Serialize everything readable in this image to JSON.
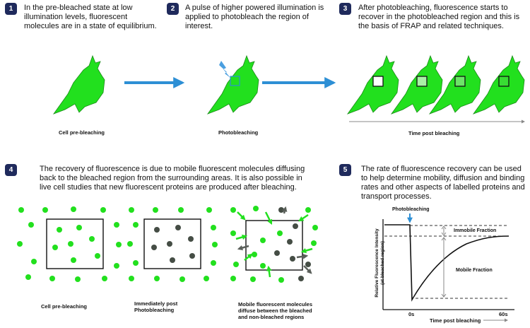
{
  "steps": [
    {
      "num": "1",
      "text": "In the pre-bleached state at low illumination levels, fluorescent molecules are in a state of equilibrium."
    },
    {
      "num": "2",
      "text": "A pulse of higher powered illumination is applied to photobleach the region of interest."
    },
    {
      "num": "3",
      "text": "After photobleaching, fluorescence starts to recover in the photobleached region and this is the basis of FRAP and related techniques."
    },
    {
      "num": "4",
      "text": "The recovery of fluorescence is due to mobile fluorescent molecules diffusing back to the bleached region from the surrounding areas. It is also possible in live cell studies that new fluorescent proteins are produced after bleaching."
    },
    {
      "num": "5",
      "text": "The rate of fluorescence recovery can be used to help determine mobility, diffusion and binding rates and other aspects of labelled proteins and transport processes."
    }
  ],
  "captions": {
    "cell_pre": "Cell pre-bleaching",
    "photobleaching": "Photobleaching",
    "time_post": "Time post bleaching",
    "mol_pre": "Cell pre-bleaching",
    "mol_immediate": "Immediately post Photobleaching",
    "mol_mobile": "Mobile fluorescent molecules diffuse between the bleached and non-bleached regions"
  },
  "graph": {
    "photobleaching_label": "Photobleaching",
    "immobile_label": "Immobile Fraction",
    "mobile_label": "Mobile Fraction",
    "ylabel_line1": "Relative Fluorescence Intensity",
    "ylabel_line2": "(at bleached region)",
    "x_start": "0s",
    "x_end": "60s",
    "xlabel": "Time post bleaching"
  },
  "colors": {
    "cell_green": "#22e01e",
    "arrow_blue": "#2d8fd5",
    "dark_dot": "#454d45",
    "badge": "#1f2a5c"
  }
}
